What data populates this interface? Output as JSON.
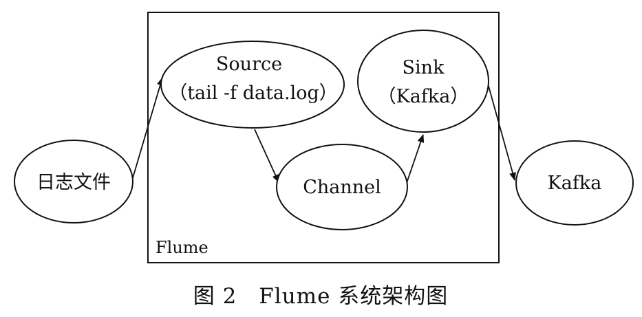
{
  "diagram": {
    "nodes": {
      "log_file": {
        "label": "日志文件"
      },
      "source": {
        "label": "Source",
        "sublabel": "（tail -f data.log）"
      },
      "channel": {
        "label": "Channel"
      },
      "sink": {
        "label": "Sink",
        "sublabel": "（Kafka）"
      },
      "kafka": {
        "label": "Kafka"
      }
    },
    "container": {
      "label": "Flume"
    },
    "edges": [
      {
        "from": "日志文件",
        "to": "Source"
      },
      {
        "from": "Source",
        "to": "Channel"
      },
      {
        "from": "Channel",
        "to": "Sink"
      },
      {
        "from": "Sink",
        "to": "Kafka"
      }
    ]
  },
  "caption": "图 2　Flume 系统架构图"
}
